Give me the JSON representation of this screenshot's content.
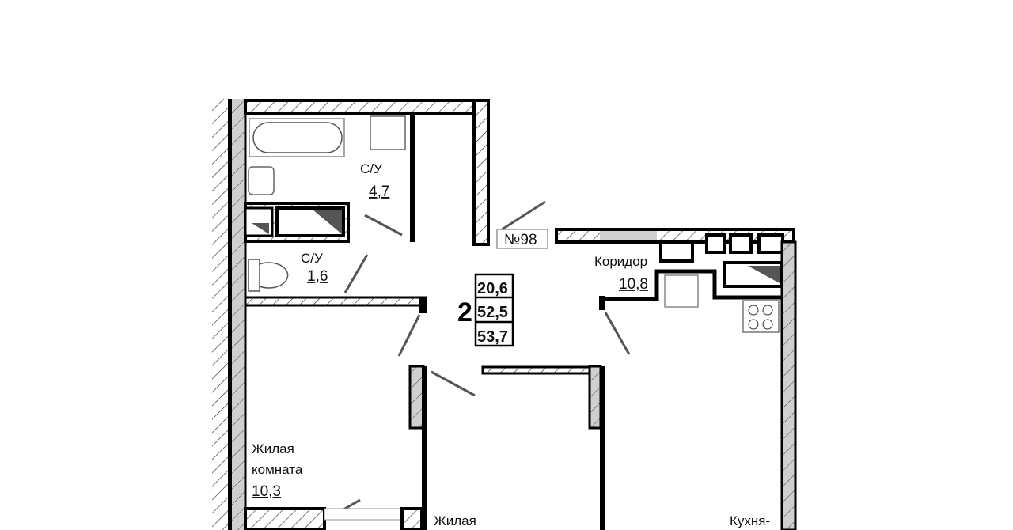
{
  "plan": {
    "apartment_number": "№98",
    "rooms_count": "2",
    "areas": {
      "living": "20,6",
      "total_without_balcony": "52,5",
      "total": "53,7"
    },
    "rooms": [
      {
        "name": "С/У",
        "area": "4,7"
      },
      {
        "name": "С/У",
        "area": "1,6"
      },
      {
        "name": "Коридор",
        "area": "10,8"
      },
      {
        "name_line1": "Жилая",
        "name_line2": "комната",
        "area": "10,3"
      },
      {
        "name": "Жилая"
      },
      {
        "name": "Кухня-"
      }
    ]
  }
}
